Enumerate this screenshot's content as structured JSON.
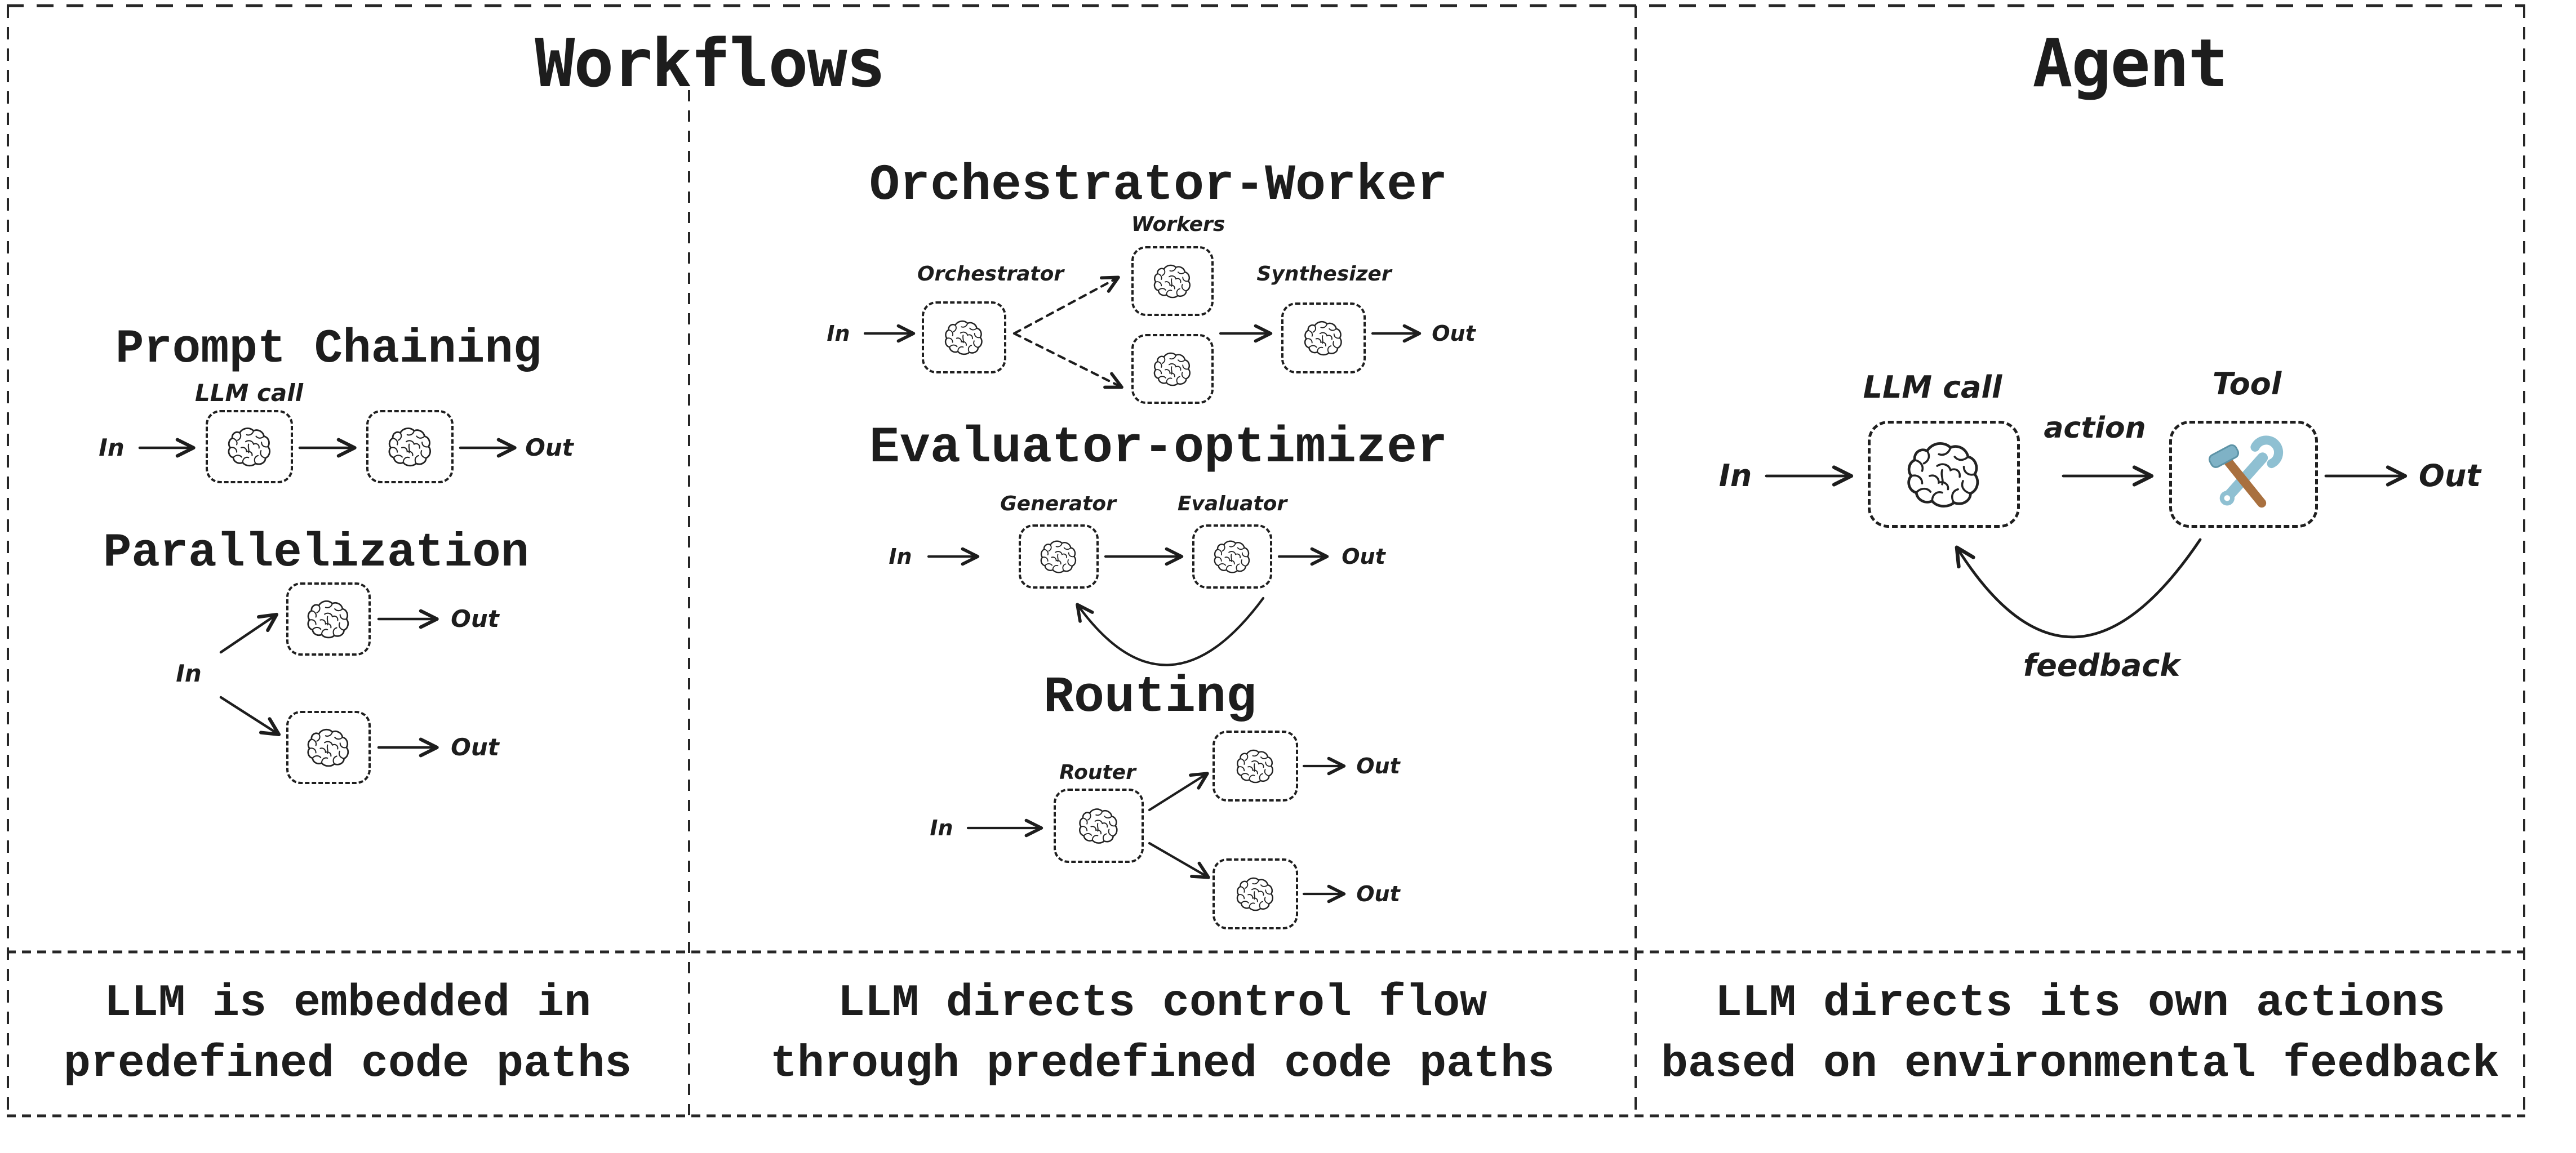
{
  "titles": {
    "workflows": "Workflows",
    "agent": "Agent"
  },
  "sections": {
    "prompt_chaining": {
      "heading": "Prompt Chaining",
      "llm_call_label": "LLM call",
      "in": "In",
      "out": "Out"
    },
    "parallelization": {
      "heading": "Parallelization",
      "in": "In",
      "out_top": "Out",
      "out_bottom": "Out"
    },
    "orchestrator_worker": {
      "heading": "Orchestrator-Worker",
      "orchestrator_label": "Orchestrator",
      "workers_label": "Workers",
      "synthesizer_label": "Synthesizer",
      "in": "In",
      "out": "Out"
    },
    "evaluator_optimizer": {
      "heading": "Evaluator-optimizer",
      "generator_label": "Generator",
      "evaluator_label": "Evaluator",
      "in": "In",
      "out": "Out"
    },
    "routing": {
      "heading": "Routing",
      "router_label": "Router",
      "in": "In",
      "out_top": "Out",
      "out_bottom": "Out"
    },
    "agent": {
      "llm_call_label": "LLM call",
      "tool_label": "Tool",
      "action_label": "action",
      "feedback_label": "feedback",
      "in": "In",
      "out": "Out"
    }
  },
  "captions": {
    "workflows_left": {
      "line1": "LLM is embedded in",
      "line2": "predefined code paths"
    },
    "workflows_middle": {
      "line1": "LLM directs control flow",
      "line2": "through predefined code paths"
    },
    "agent": {
      "line1": "LLM directs its own actions",
      "line2": "based on environmental feedback"
    }
  },
  "icons": {
    "node_icon": "brain-icon",
    "tool_icon": "hammer-wrench-icon"
  },
  "colors": {
    "ink": "#1d1d1d",
    "tool_blue": "#8fc0d2",
    "tool_blue_dark": "#5d93a6",
    "tool_brown": "#a9703f"
  }
}
